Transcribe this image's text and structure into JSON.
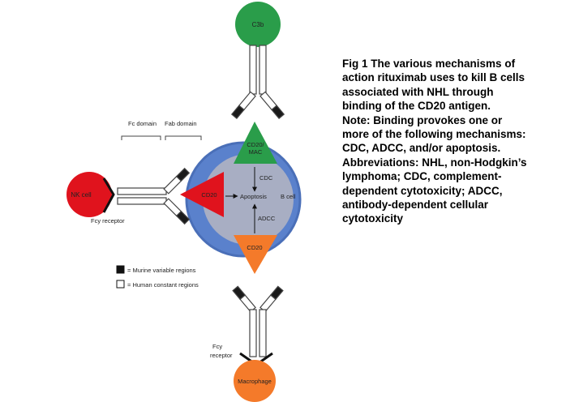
{
  "labels": {
    "c3b": "C3b",
    "cd20_mac": [
      "CD20/",
      "MAC"
    ],
    "cdc": "CDC",
    "cd20_left": "CD20",
    "apoptosis": "Apoptosis",
    "b_cell": "B cell",
    "adcc": "ADCC",
    "cd20_bottom": "CD20",
    "nk_cell": "NK cell",
    "fcy_receptor_left": "Fcy receptor",
    "fc_domain": "Fc domain",
    "fab_domain": "Fab domain",
    "fcy_receptor_bottom": [
      "Fcy",
      "receptor"
    ],
    "macrophage": "Macrophage"
  },
  "legend": [
    {
      "swatch": "black",
      "label": "= Murine variable regions"
    },
    {
      "swatch": "white",
      "label": "= Human constant regions"
    }
  ],
  "caption": [
    "Fig 1 The various mechanisms of",
    "action rituximab uses to kill B cells",
    "associated with NHL through",
    "binding of the CD20 antigen.",
    "Note: Binding provokes one or",
    "more of the following mechanisms:",
    "CDC, ADCC, and/or apoptosis.",
    "Abbreviations: NHL, non-Hodgkin’s",
    "lymphoma; CDC, complement-",
    "dependent cytotoxicity; ADCC,",
    "antibody-dependent cellular",
    "cytotoxicity"
  ],
  "colors": {
    "green": "#2a9d4a",
    "red": "#e0131d",
    "orange": "#f47a2a",
    "cell_blue": "#4c76c4",
    "cell_fill": "#5a81cc",
    "nucleus": "#a8aec3"
  }
}
